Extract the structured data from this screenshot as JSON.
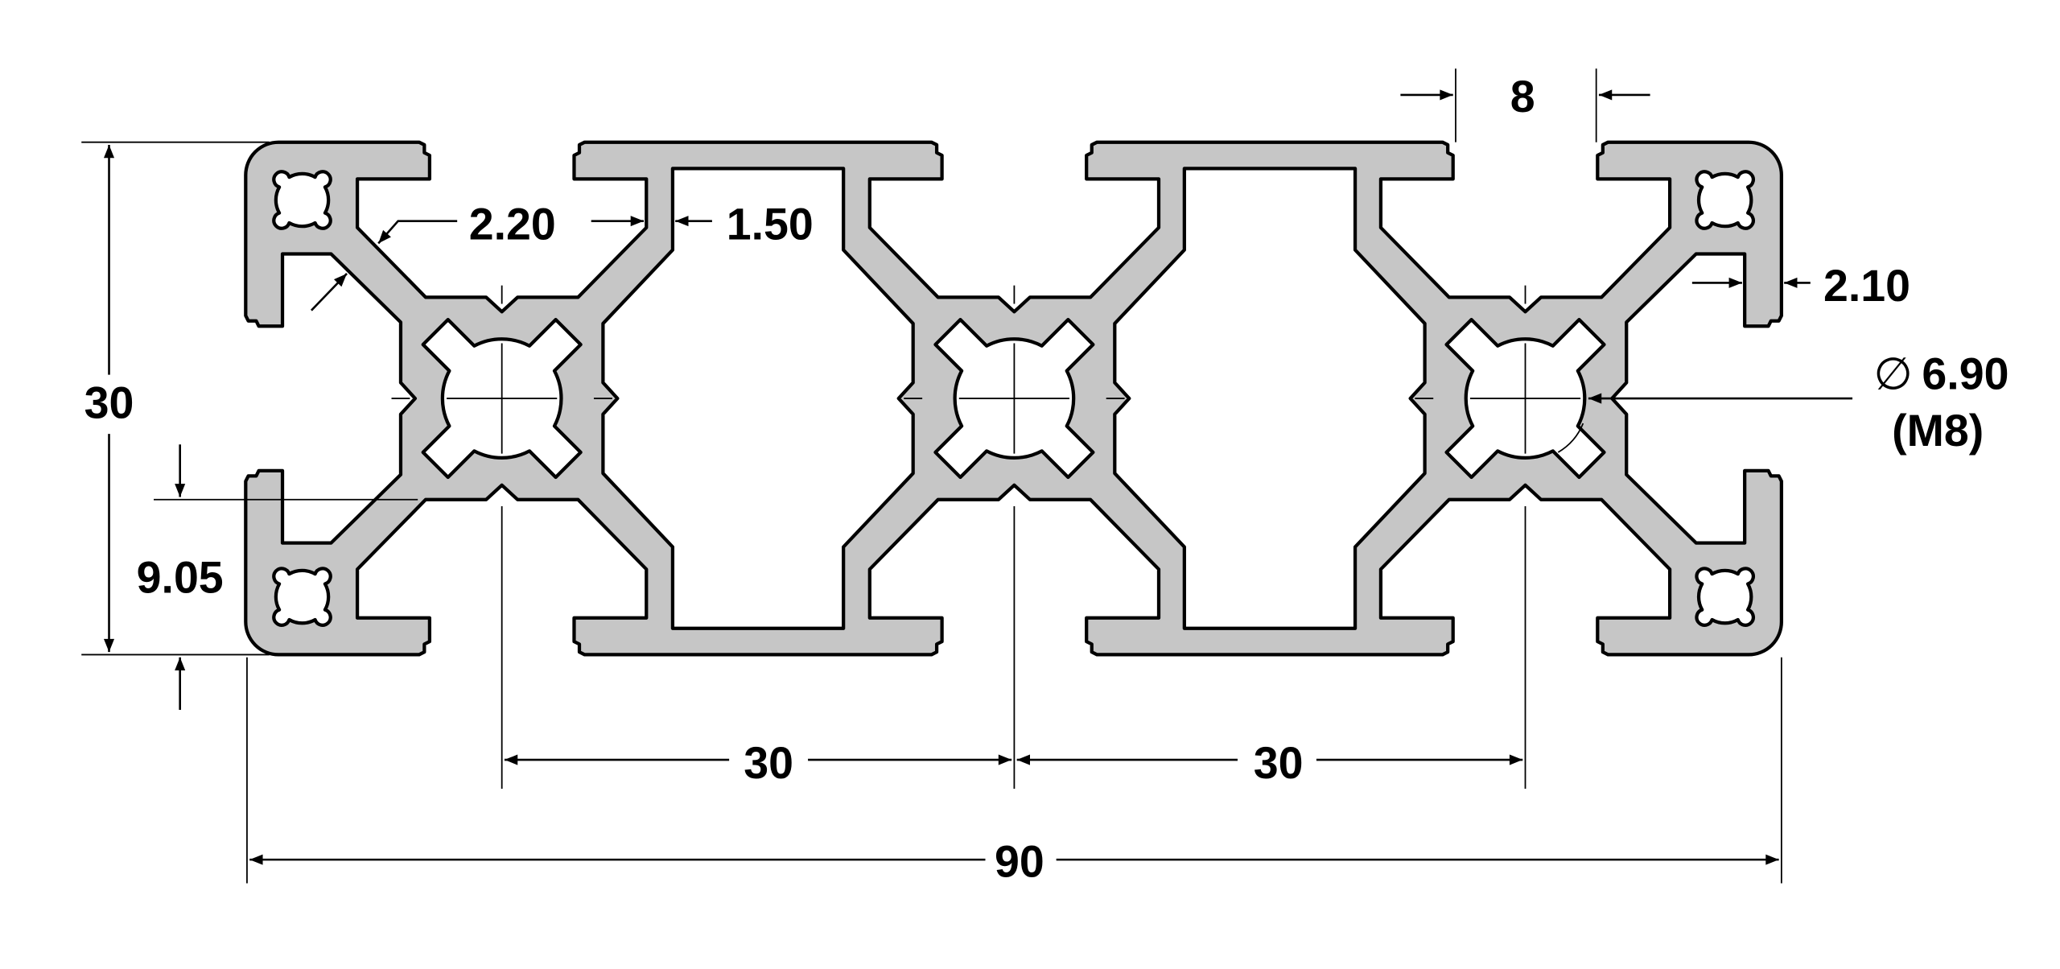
{
  "dimensions": {
    "height": "30",
    "slot_offset": "9.05",
    "diagonal_web": "2.20",
    "wall": "1.50",
    "slot_width": "8",
    "flange": "2.10",
    "bore_symbol": "∅",
    "bore_diameter": "6.90",
    "thread": "(M8)",
    "pitch_1": "30",
    "pitch_2": "30",
    "width": "90"
  },
  "colors": {
    "profile_fill": "#c6c6c6",
    "line": "#000000"
  }
}
